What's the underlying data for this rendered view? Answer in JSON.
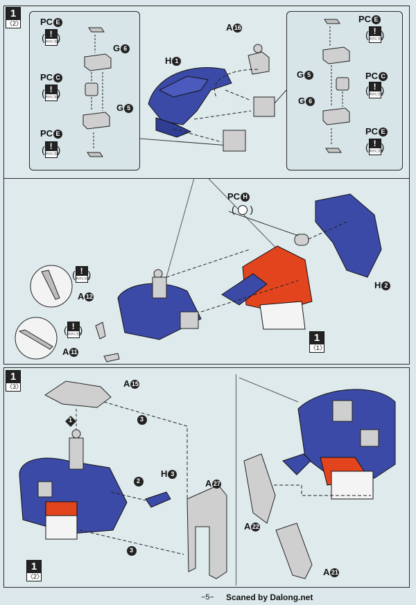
{
  "steps": {
    "main_number": "1",
    "sub1": "〈2〉",
    "sub2": "〈1〉",
    "sub3": "〈3〉",
    "sub4": "〈2〉"
  },
  "labels": {
    "pc_e": "PC",
    "pc_e_letter": "E",
    "pc_c": "PC",
    "pc_c_letter": "C",
    "pc_h": "PC",
    "pc_h_letter": "H",
    "g6": "G",
    "g6_num": "6",
    "g5": "G",
    "g5_num": "5",
    "h1": "H",
    "h1_num": "1",
    "h2": "H",
    "h2_num": "2",
    "h3": "H",
    "h3_num": "3",
    "a16": "A",
    "a16_num": "16",
    "a12": "A",
    "a12_num": "12",
    "a11": "A",
    "a11_num": "11",
    "a15": "A",
    "a15_num": "15",
    "a27": "A",
    "a27_num": "27",
    "a22": "A",
    "a22_num": "22",
    "a21": "A",
    "a21_num": "21"
  },
  "order_marks": [
    "1",
    "2",
    "3"
  ],
  "caution": {
    "mark": "!",
    "text": "向きに注意"
  },
  "footer": {
    "page": "−5−",
    "credit": "Scaned by Dalong.net"
  },
  "colors": {
    "blue": "#3b4aa6",
    "red": "#e2451e",
    "grey": "#c9c9c9",
    "white": "#f4f4f4"
  }
}
